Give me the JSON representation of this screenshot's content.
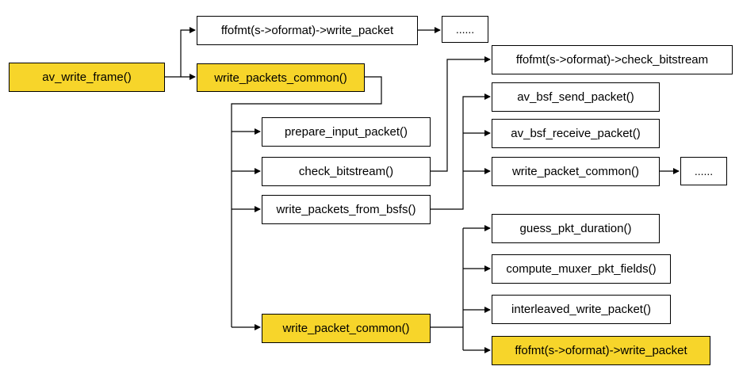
{
  "diagram": {
    "nodes": {
      "av_write_frame": {
        "label": "av_write_frame()",
        "highlight": true
      },
      "wpc_top": {
        "label": "write_packets_common()",
        "highlight": true
      },
      "ff_write_top": {
        "label": "ffofmt(s->oformat)->write_packet",
        "highlight": false
      },
      "dots_top": {
        "label": "......",
        "highlight": false
      },
      "prepare": {
        "label": "prepare_input_packet()",
        "highlight": false
      },
      "check_bs": {
        "label": "check_bitstream()",
        "highlight": false
      },
      "wp_bsfs": {
        "label": "write_packets_from_bsfs()",
        "highlight": false
      },
      "wp_common_lower": {
        "label": "write_packet_common()",
        "highlight": true
      },
      "ff_check_bs": {
        "label": "ffofmt(s->oformat)->check_bitstream",
        "highlight": false
      },
      "bsf_send": {
        "label": "av_bsf_send_packet()",
        "highlight": false
      },
      "bsf_recv": {
        "label": "av_bsf_receive_packet()",
        "highlight": false
      },
      "wp_common_right": {
        "label": "write_packet_common()",
        "highlight": false
      },
      "dots_right": {
        "label": "......",
        "highlight": false
      },
      "guess": {
        "label": "guess_pkt_duration()",
        "highlight": false
      },
      "compute": {
        "label": "compute_muxer_pkt_fields()",
        "highlight": false
      },
      "interleaved": {
        "label": "interleaved_write_packet()",
        "highlight": false
      },
      "ff_write_bottom": {
        "label": "ffofmt(s->oformat)->write_packet",
        "highlight": true
      }
    },
    "edges": [
      {
        "from": "av_write_frame",
        "to": "wpc_top"
      },
      {
        "from": "av_write_frame",
        "to": "ff_write_top"
      },
      {
        "from": "ff_write_top",
        "to": "dots_top"
      },
      {
        "from": "wpc_top",
        "to": "prepare"
      },
      {
        "from": "wpc_top",
        "to": "check_bs"
      },
      {
        "from": "wpc_top",
        "to": "wp_bsfs"
      },
      {
        "from": "wpc_top",
        "to": "wp_common_lower"
      },
      {
        "from": "check_bs",
        "to": "ff_check_bs"
      },
      {
        "from": "wp_bsfs",
        "to": "bsf_send"
      },
      {
        "from": "wp_bsfs",
        "to": "bsf_recv"
      },
      {
        "from": "wp_bsfs",
        "to": "wp_common_right"
      },
      {
        "from": "wp_common_right",
        "to": "dots_right"
      },
      {
        "from": "wp_common_lower",
        "to": "guess"
      },
      {
        "from": "wp_common_lower",
        "to": "compute"
      },
      {
        "from": "wp_common_lower",
        "to": "interleaved"
      },
      {
        "from": "wp_common_lower",
        "to": "ff_write_bottom"
      }
    ],
    "colors": {
      "highlight_fill": "#f7d52a",
      "box_fill": "#ffffff",
      "line": "#000000"
    }
  }
}
